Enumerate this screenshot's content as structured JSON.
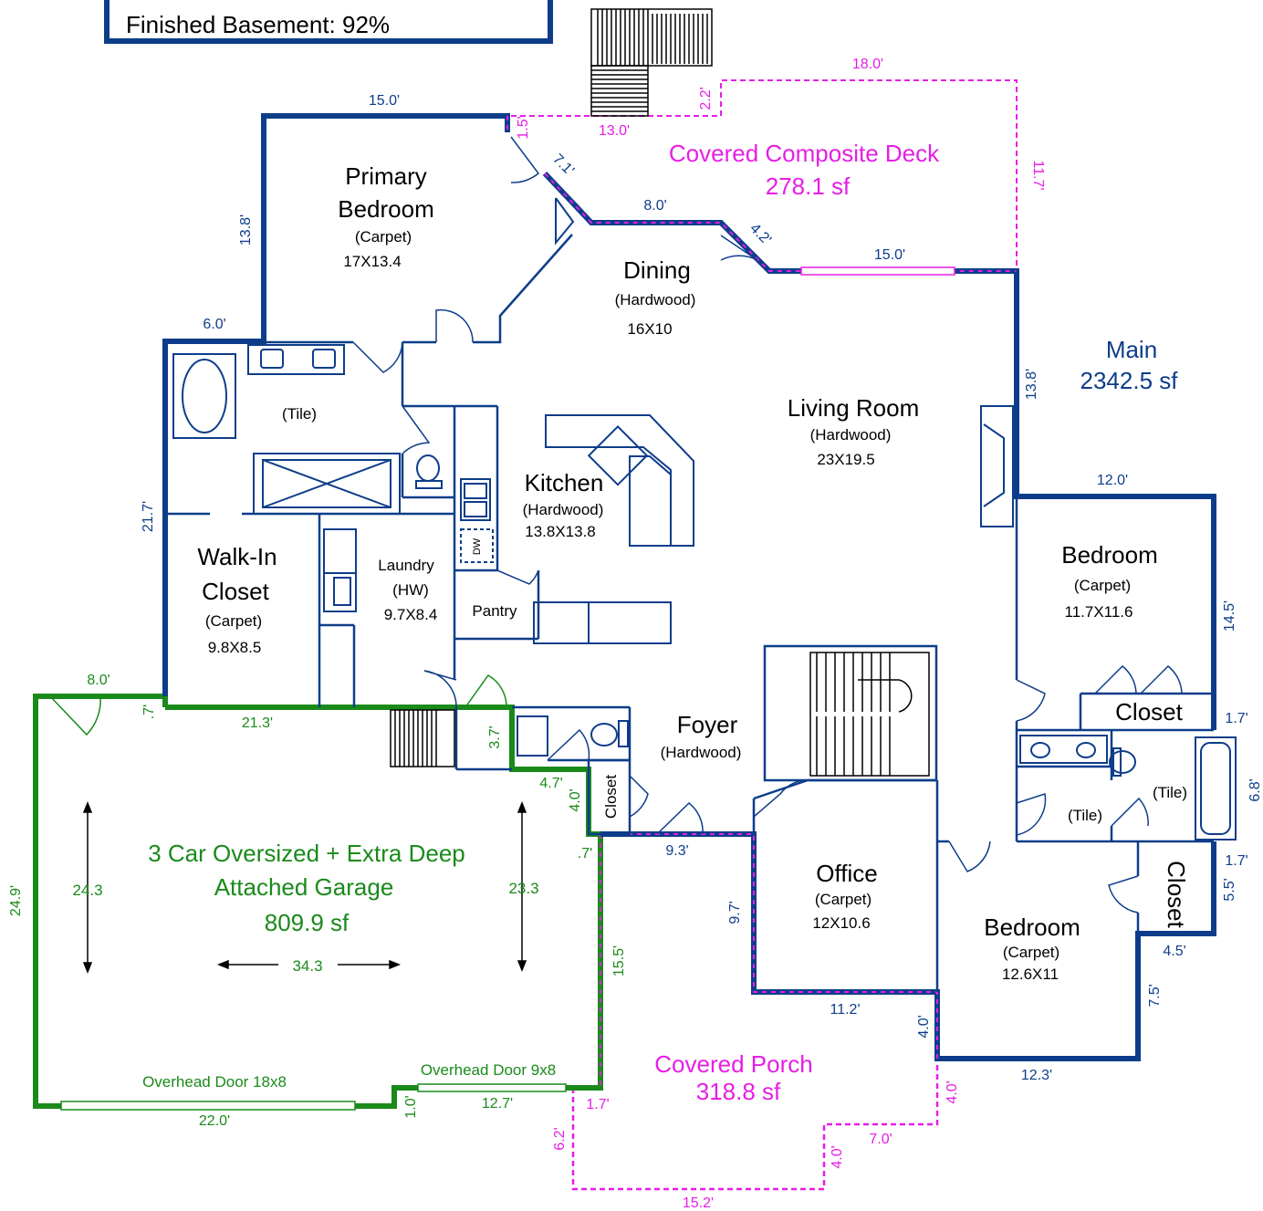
{
  "header": {
    "text": "Finished Basement: 92%"
  },
  "main": {
    "name": "Main",
    "area": "2342.5 sf"
  },
  "deck": {
    "name": "Covered Composite Deck",
    "area": "278.1 sf"
  },
  "porch": {
    "name": "Covered Porch",
    "area": "318.8 sf"
  },
  "garage": {
    "line1": "3 Car Oversized + Extra Deep",
    "line2": "Attached Garage",
    "area": "809.9 sf",
    "dim_left": "24.3",
    "dim_right": "23.3",
    "dim_width": "34.3",
    "door_big": "Overhead Door 18x8",
    "door_small": "Overhead Door 9x8"
  },
  "rooms": {
    "primary_bedroom": {
      "line1": "Primary",
      "line2": "Bedroom",
      "floor": "(Carpet)",
      "size": "17X13.4"
    },
    "dining": {
      "name": "Dining",
      "floor": "(Hardwood)",
      "size": "16X10"
    },
    "living": {
      "name": "Living Room",
      "floor": "(Hardwood)",
      "size": "23X19.5"
    },
    "primary_bath": {
      "floor": "(Tile)"
    },
    "kitchen": {
      "name": "Kitchen",
      "floor": "(Hardwood)",
      "size": "13.8X13.8"
    },
    "walkin": {
      "line1": "Walk-In",
      "line2": "Closet",
      "floor": "(Carpet)",
      "size": "9.8X8.5"
    },
    "laundry": {
      "name": "Laundry",
      "floor": "(HW)",
      "size": "9.7X8.4"
    },
    "pantry": {
      "name": "Pantry"
    },
    "foyer": {
      "name": "Foyer",
      "floor": "(Hardwood)"
    },
    "bedroom1": {
      "name": "Bedroom",
      "floor": "(Carpet)",
      "size": "11.7X11.6"
    },
    "closet1": {
      "name": "Closet"
    },
    "bath2_left": {
      "floor": "(Tile)"
    },
    "bath2_right": {
      "floor": "(Tile)"
    },
    "office": {
      "name": "Office",
      "floor": "(Carpet)",
      "size": "12X10.6"
    },
    "bedroom2": {
      "name": "Bedroom",
      "floor": "(Carpet)",
      "size": "12.6X11"
    },
    "closet2": {
      "name": "Closet"
    },
    "foyer_closet": {
      "name": "Closet"
    },
    "dw": {
      "name": "DW"
    }
  },
  "dimensions": {
    "d_15_0_top": "15.0'",
    "d_13_8_left": "13.8'",
    "d_1_5": "1.5'",
    "d_13_0": "13.0'",
    "d_2_2": "2.2'",
    "d_18_0": "18.0'",
    "d_11_7": "11.7'",
    "d_7_1": "7.1'",
    "d_8_0": "8.0'",
    "d_4_2": "4.2'",
    "d_15_0_right": "15.0'",
    "d_6_0": "6.0'",
    "d_13_8_right": "13.8'",
    "d_21_7": "21.7'",
    "d_12_0": "12.0'",
    "d_14_5": "14.5'",
    "d_1_7a": "1.7'",
    "d_6_8": "6.8'",
    "d_1_7b": "1.7'",
    "d_5_5": "5.5'",
    "d_4_5": "4.5'",
    "d_7_5": "7.5'",
    "d_12_3": "12.3'",
    "d_4_0_right": "4.0'",
    "d_11_2": "11.2'",
    "d_9_7": "9.7'",
    "d_9_3": "9.3'",
    "d_0_7a": ".7'",
    "d_4_7": "4.7'",
    "d_4_0_garage": "4.0'",
    "d_3_7": "3.7'",
    "d_21_3": "21.3'",
    "d_0_7b": ".7'",
    "d_8_0_garage": "8.0'",
    "d_24_9": "24.9'",
    "d_15_5": "15.5'",
    "d_22_0": "22.0'",
    "d_1_0": "1.0'",
    "d_12_7": "12.7'",
    "d_1_7c": "1.7'",
    "d_6_2": "6.2'",
    "d_15_2": "15.2'",
    "d_4_0_porch": "4.0'",
    "d_7_0": "7.0'",
    "d_4_0_porch2": "4.0'"
  },
  "colors": {
    "main_wall": "#0d3d8a",
    "garage_wall": "#1a8a1a",
    "outdoor": "#e61ee6"
  }
}
